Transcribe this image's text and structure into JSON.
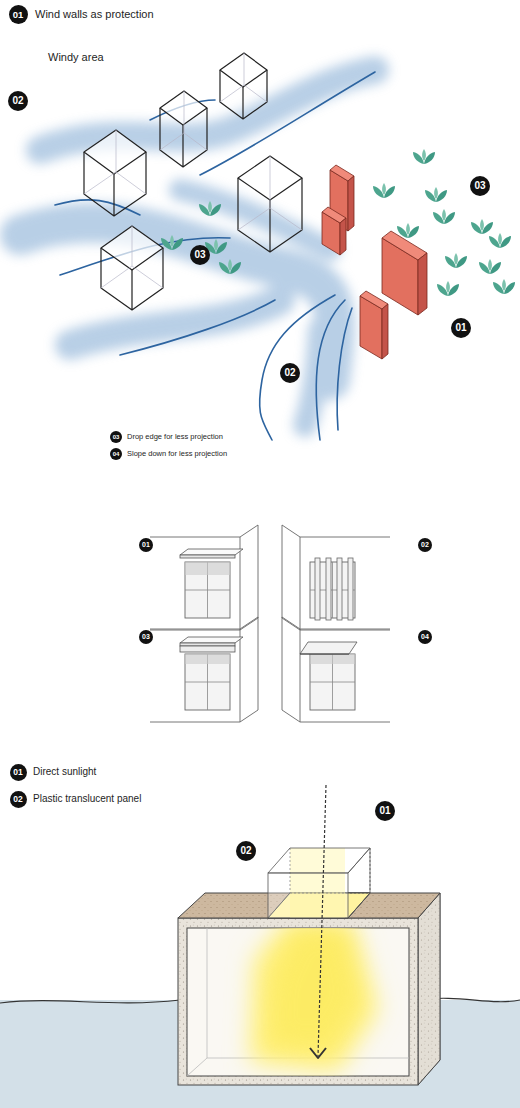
{
  "diagram": {
    "labels": [
      "01",
      "Wind walls as protection",
      "Windy area",
      "02",
      "03",
      "03",
      "01",
      "02",
      "03",
      "Drop edge for less projection",
      "04",
      "Slope down for less projection",
      "01",
      "02",
      "03",
      "04",
      "01",
      "Direct sunlight",
      "02",
      "Plastic translucent panel",
      "01",
      "02"
    ]
  }
}
